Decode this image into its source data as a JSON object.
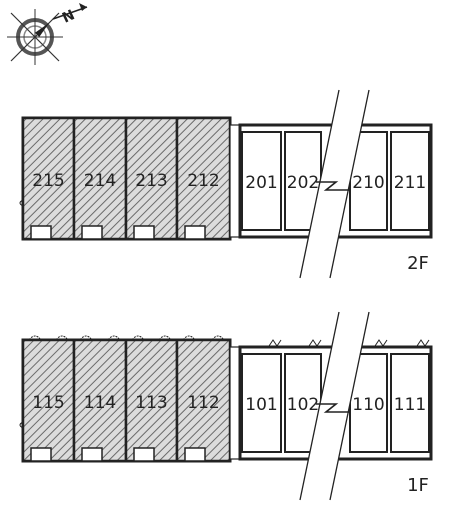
{
  "compass": {
    "icon": "compass-rose-icon",
    "north_label": "N"
  },
  "colors": {
    "outline": "#222222",
    "hatch": "#555555",
    "hatched_fill": "#d9d9d9",
    "background": "#ffffff"
  },
  "floors": [
    {
      "id": "2F",
      "label": "2F",
      "hatched_units": [
        "215",
        "214",
        "213",
        "212"
      ],
      "plain_units": [
        "201",
        "202",
        "210",
        "211"
      ]
    },
    {
      "id": "1F",
      "label": "1F",
      "hatched_units": [
        "115",
        "114",
        "113",
        "112"
      ],
      "plain_units": [
        "101",
        "102",
        "110",
        "111"
      ]
    }
  ]
}
